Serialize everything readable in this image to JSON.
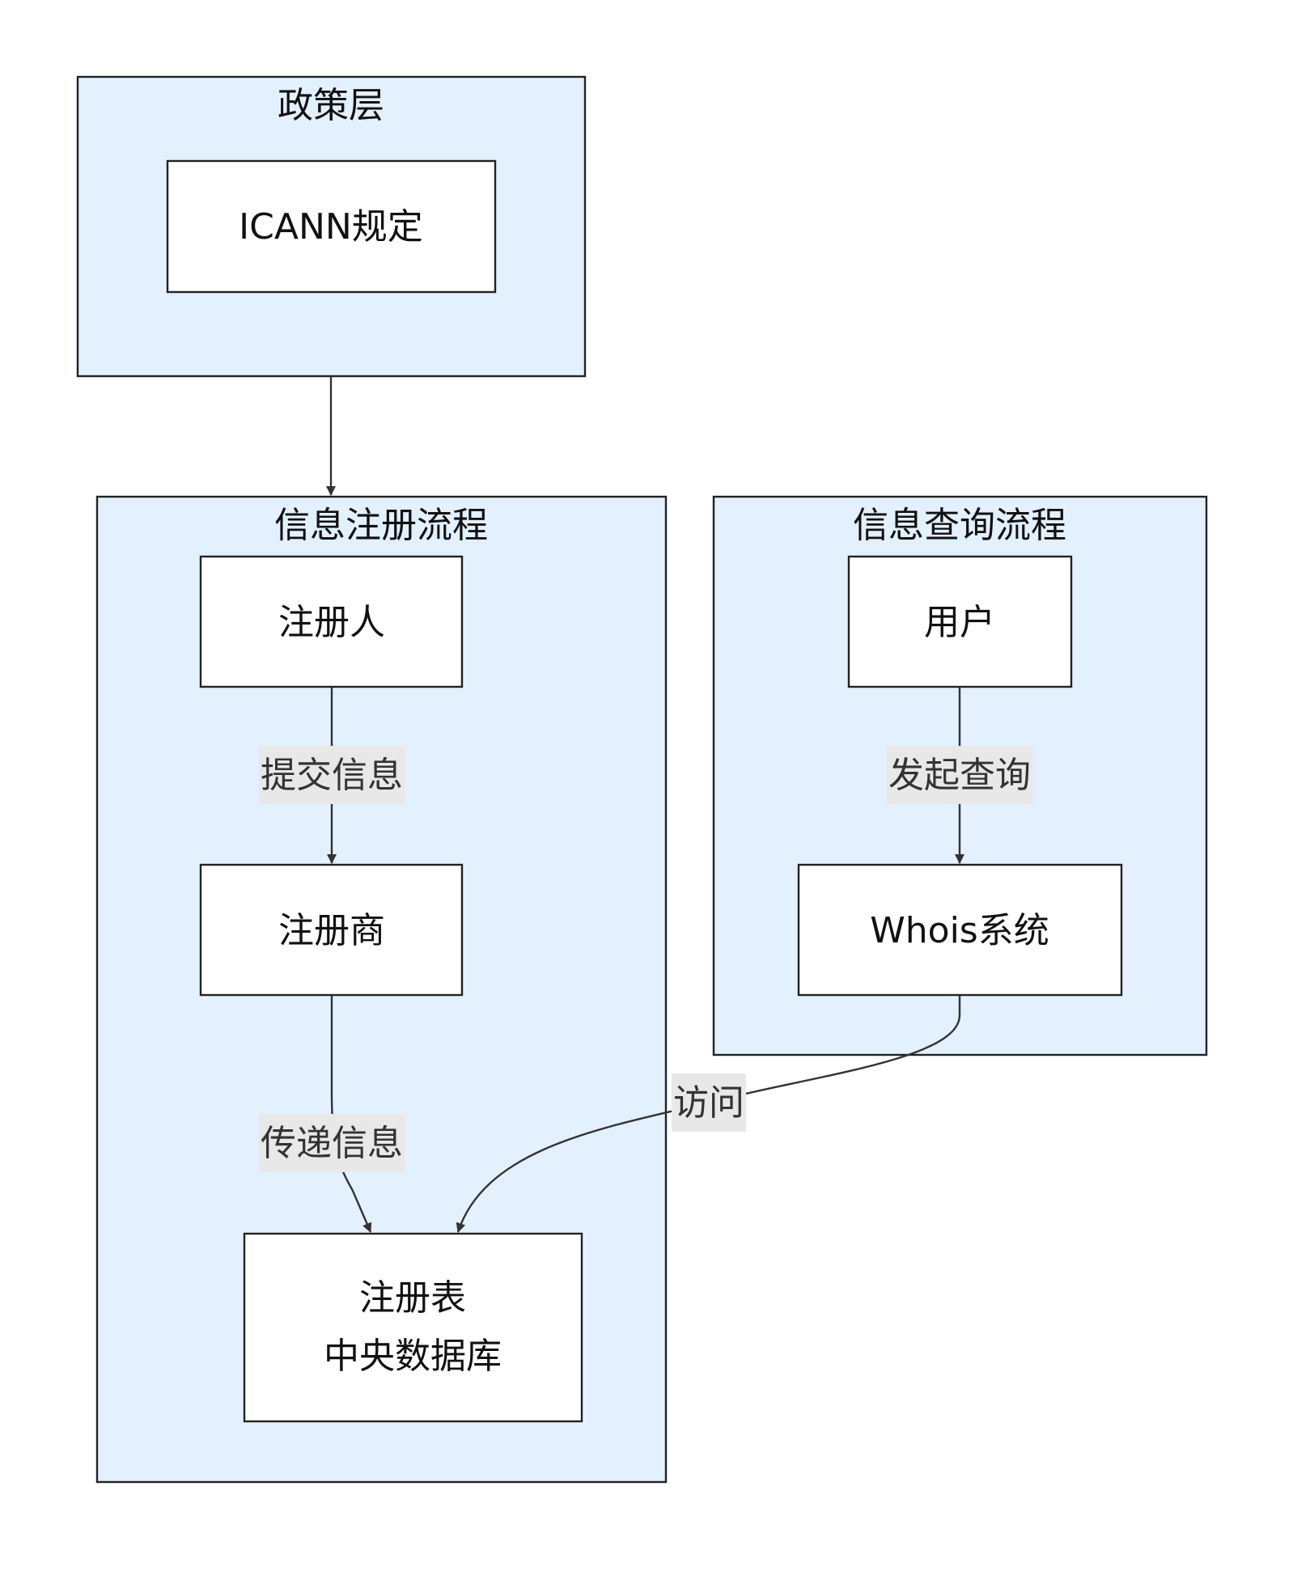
{
  "clusters": {
    "policy": {
      "title": "政策层"
    },
    "register": {
      "title": "信息注册流程"
    },
    "query": {
      "title": "信息查询流程"
    }
  },
  "nodes": {
    "icann": {
      "lines": [
        "ICANN规定"
      ]
    },
    "registrant": {
      "lines": [
        "注册人"
      ]
    },
    "registrar": {
      "lines": [
        "注册商"
      ]
    },
    "registry": {
      "lines": [
        "注册表",
        "中央数据库"
      ]
    },
    "user": {
      "lines": [
        "用户"
      ]
    },
    "whois": {
      "lines": [
        "Whois系统"
      ]
    }
  },
  "edges": {
    "policy_to_register": {
      "label": ""
    },
    "submit": {
      "label": "提交信息"
    },
    "transfer": {
      "label": "传递信息"
    },
    "query": {
      "label": "发起查询"
    },
    "access": {
      "label": "访问"
    }
  },
  "colors": {
    "cluster_fill": "#e3f0fe",
    "node_fill": "#ffffff",
    "stroke": "#222222",
    "label_bg": "#e8e8e8"
  }
}
